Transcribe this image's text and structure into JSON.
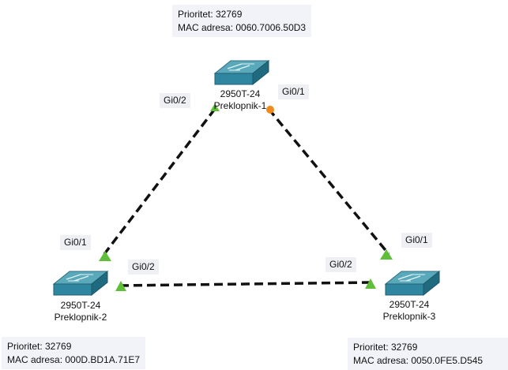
{
  "switches": [
    {
      "id": "preklopnik-1",
      "model": "2950T-24",
      "name": "Preklopnik-1",
      "info": {
        "priority": "Prioritet: 32769",
        "mac": "MAC adresa: 0060.7006.50D3"
      }
    },
    {
      "id": "preklopnik-2",
      "model": "2950T-24",
      "name": "Preklopnik-2",
      "info": {
        "priority": "Prioritet: 32769",
        "mac": "MAC adresa: 000D.BD1A.71E7"
      }
    },
    {
      "id": "preklopnik-3",
      "model": "2950T-24",
      "name": "Preklopnik-3",
      "info": {
        "priority": "Prioritet: 32769",
        "mac": "MAC adresa: 0050.0FE5.D545"
      }
    }
  ],
  "ports": {
    "sw1_gi0_2": "Gi0/2",
    "sw1_gi0_1": "Gi0/1",
    "sw2_gi0_1": "Gi0/1",
    "sw2_gi0_2": "Gi0/2",
    "sw3_gi0_2": "Gi0/2",
    "sw3_gi0_1": "Gi0/1"
  },
  "links": [
    {
      "from": "Preklopnik-1 Gi0/2",
      "to": "Preklopnik-2 Gi0/1",
      "from_state": "forwarding",
      "to_state": "forwarding"
    },
    {
      "from": "Preklopnik-1 Gi0/1",
      "to": "Preklopnik-3 Gi0/1",
      "from_state": "blocking",
      "to_state": "forwarding"
    },
    {
      "from": "Preklopnik-2 Gi0/2",
      "to": "Preklopnik-3 Gi0/2",
      "from_state": "forwarding",
      "to_state": "forwarding"
    }
  ],
  "colors": {
    "link": "#111111",
    "forwarding": "#5fbf3a",
    "blocking": "#f08a1c",
    "switch_top": "#4fa3b6",
    "switch_front": "#2d7f93",
    "info_bg": "#f1f3f8"
  },
  "icons": {
    "switch": "switch-icon",
    "forwarding": "port-forwarding-icon",
    "blocking": "port-blocking-icon"
  }
}
